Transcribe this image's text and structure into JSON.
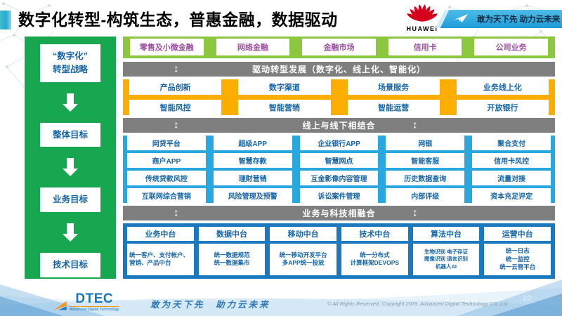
{
  "colors": {
    "panel_green": "#17A750",
    "light_green": "#8DC63F",
    "gray_bar": "#7F7F7F",
    "yellow": "#FBAE00",
    "sky_blue": "#29A8E0",
    "deep_blue": "#1C79C0",
    "box_text_blue": "#1464A8",
    "purple_text": "#9B4FA0",
    "huawei_red": "#D5001C"
  },
  "icons": {
    "updown_arrow": "↕"
  },
  "header": {
    "title": "数字化转型-构筑生态，普惠金融，数据驱动",
    "huawei_text": "HUAWEI",
    "banner_slogan": "敢为天下先 助力云未来"
  },
  "strategy_panel": {
    "items": [
      "“数字化”\n转型战略",
      "整体目标",
      "业务目标",
      "技术目标"
    ]
  },
  "business_lines": [
    "零售及小微金融",
    "网络金融",
    "金融市场",
    "信用卡",
    "公司业务"
  ],
  "bars": {
    "drive": "驱动转型发展（数字化、线上化、智能化）",
    "online_offline": "线上与线下相结合",
    "tech_fusion": "业务与科技相融合"
  },
  "capabilities": {
    "rows": [
      [
        "产品创新",
        "数字渠道",
        "场景服务",
        "业务线上化"
      ],
      [
        "智能风控",
        "智能营销",
        "智能运营",
        "开放银行"
      ]
    ]
  },
  "applications": {
    "rows": [
      [
        "网贷平台",
        "超级APP",
        "企业银行APP",
        "网银",
        "聚合支付"
      ],
      [
        "商户APP",
        "智慧存款",
        "智慧网点",
        "智能客服",
        "信用卡风控"
      ],
      [
        "传统贷款风控",
        "理财营销",
        "互金影像内容管理",
        "历史数据查询",
        "流量对接"
      ],
      [
        "互联网综合营销",
        "风险管理及预警",
        "诉讼案件管理",
        "内部评级",
        "资本充足评定"
      ]
    ]
  },
  "platforms": {
    "columns": [
      {
        "title": "业务中台",
        "detail": "统一客户、支付帐户、营销、产品中台"
      },
      {
        "title": "数据中台",
        "detail": "统一数据规范\n统一数据集市"
      },
      {
        "title": "移动中台",
        "detail": "统一移动开发平台\n多APP统一投放"
      },
      {
        "title": "技术中台",
        "detail": "统一分布式\n计算框架DEVOPS"
      },
      {
        "title": "算法中台",
        "detail": "生物识别 电子存证\n图像识别 语言识别\n机器人AI"
      },
      {
        "title": "运营中台",
        "detail": "统一日志\n统一监控\n统一云管平台"
      }
    ]
  },
  "footer": {
    "logo_text": "DTEC",
    "logo_subtext": "Advanced Digital Technology",
    "slogan": "敢为天下先　助力云未来",
    "copyright": "© All Rights Reserved. Copyright 2019. Advanced Digital Technology CO.,Ltd",
    "page_number": "10"
  }
}
